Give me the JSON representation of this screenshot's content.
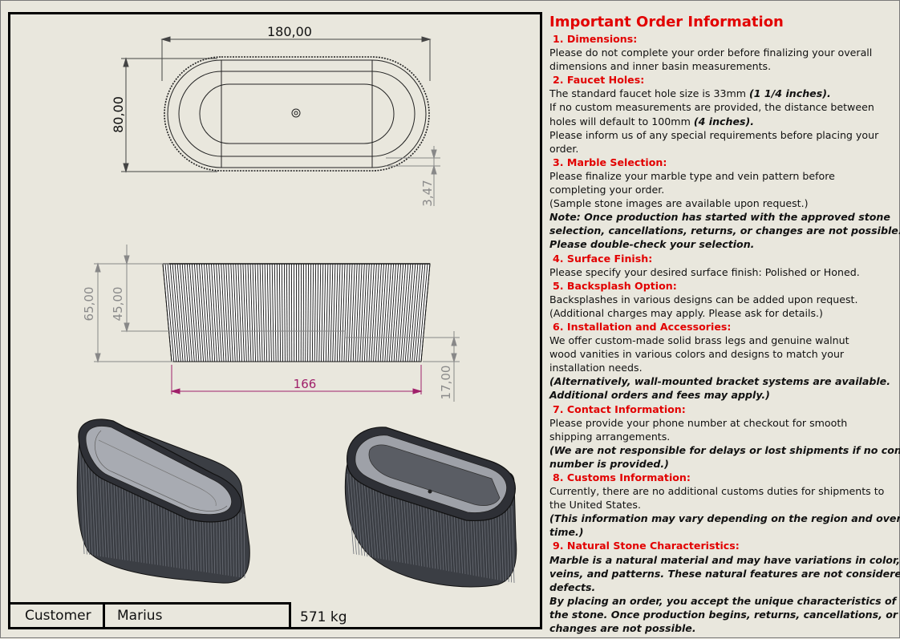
{
  "drawing": {
    "dims": {
      "overall_length": "180,00",
      "overall_width": "80,00",
      "rim_offset": "3,47",
      "height_total": "65,00",
      "height_inner": "45,00",
      "base_length": "166",
      "base_offset": "17,00"
    }
  },
  "title_block": {
    "customer_label": "Customer",
    "customer_value": "Marius",
    "weight": "571 kg"
  },
  "info": {
    "title": "Important Order Information",
    "sections": [
      {
        "heading": "1. Dimensions:",
        "lines": [
          {
            "t": "Please do not complete your order before finalizing your overall"
          },
          {
            "t": "dimensions and inner basin measurements."
          }
        ]
      },
      {
        "heading": "2. Faucet Holes:",
        "lines": [
          {
            "t": "The standard faucet hole size is 33mm ",
            "b": "(1 1/4 inches)."
          },
          {
            "t": "If no custom measurements are provided, the distance between"
          },
          {
            "t": "holes will default to 100mm ",
            "b": "(4 inches)."
          },
          {
            "t": "Please inform us of any special requirements before placing your"
          },
          {
            "t": "order."
          }
        ]
      },
      {
        "heading": "3. Marble Selection:",
        "lines": [
          {
            "t": "Please finalize your marble type and vein pattern before"
          },
          {
            "t": "completing your order."
          },
          {
            "t": "(Sample stone images are available upon request.)"
          },
          {
            "e": "Note: Once production has started with the approved stone"
          },
          {
            "e": "selection, cancellations, returns, or changes are not possible."
          },
          {
            "e": "Please double-check your selection."
          }
        ]
      },
      {
        "heading": "4. Surface Finish:",
        "lines": [
          {
            "t": "Please specify your desired surface finish: Polished or Honed."
          }
        ]
      },
      {
        "heading": "5. Backsplash Option:",
        "lines": [
          {
            "t": "Backsplashes in various designs can be added upon request."
          },
          {
            "t": "(Additional charges may apply. Please ask for details.)"
          }
        ]
      },
      {
        "heading": "6. Installation and Accessories:",
        "lines": [
          {
            "t": "We offer custom-made solid brass legs and genuine walnut"
          },
          {
            "t": "wood vanities in various colors and designs to match your"
          },
          {
            "t": "installation needs."
          },
          {
            "e": "(Alternatively, wall-mounted bracket systems are available."
          },
          {
            "e": "Additional orders and fees may apply.)"
          }
        ]
      },
      {
        "heading": "7. Contact Information:",
        "lines": [
          {
            "t": "Please provide your phone number at checkout for smooth"
          },
          {
            "t": "shipping arrangements."
          },
          {
            "e": "(We are not responsible for delays or lost shipments if no contact"
          },
          {
            "e": "number is provided.)"
          }
        ]
      },
      {
        "heading": "8. Customs Information:",
        "lines": [
          {
            "t": "Currently, there are no additional customs duties for shipments to"
          },
          {
            "t": "the United States."
          },
          {
            "e": "(This information may vary depending on the region and over"
          },
          {
            "e": "time.)"
          }
        ]
      },
      {
        "heading": "9. Natural Stone Characteristics:",
        "lines": [
          {
            "e": "Marble is a natural material and may have variations in color,"
          },
          {
            "e": "veins, and patterns. These natural features are not considered"
          },
          {
            "e": "defects."
          },
          {
            "e": "By placing an order, you accept the unique characteristics of"
          },
          {
            "e": "the stone. Once production begins, returns, cancellations, or"
          },
          {
            "e": "changes are not possible."
          }
        ]
      }
    ]
  },
  "colors": {
    "background": "#e9e7dd",
    "heading_red": "#e20000",
    "dimension_gray": "#8a8a8a",
    "dimension_magenta": "#a0206a",
    "tub_dark": "#3b3e44",
    "tub_inner": "#a8abb2"
  }
}
